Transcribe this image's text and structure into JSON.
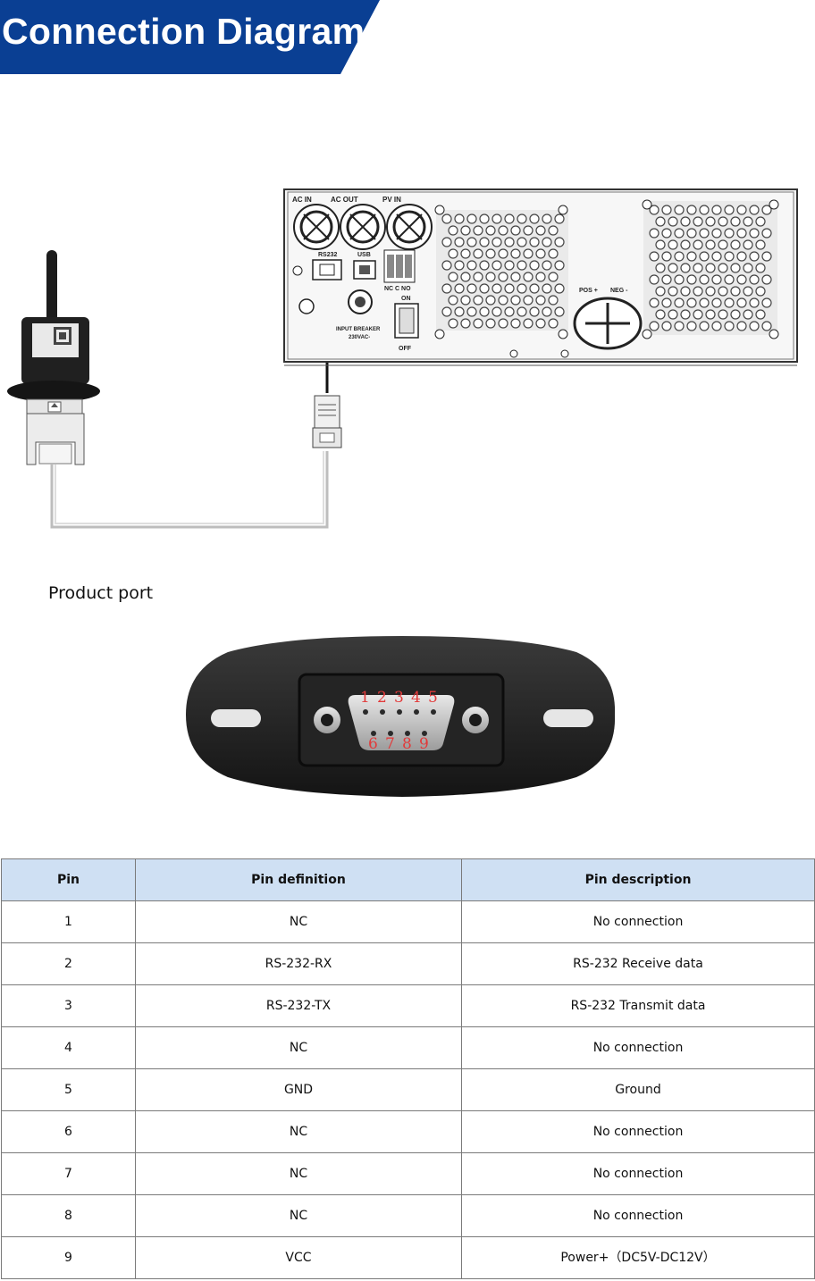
{
  "header": {
    "title": "Connection Diagram",
    "banner_color": "#0a3f93"
  },
  "diagram": {
    "device_labels": {
      "ac_in": "AC IN",
      "ac_out": "AC OUT",
      "pv_in": "PV IN",
      "rs232": "RS232",
      "usb": "USB",
      "relay": "NC C NO",
      "on": "ON",
      "off": "OFF",
      "pos": "POS +",
      "neg": "NEG -",
      "breaker": "INPUT BREAKER",
      "breaker_rating": "230VAC-"
    }
  },
  "product_port": {
    "label": "Product port",
    "pin_numbers_top": [
      "1",
      "2",
      "3",
      "4",
      "5"
    ],
    "pin_numbers_bottom": [
      "6",
      "7",
      "8",
      "9"
    ]
  },
  "pin_table": {
    "headers": [
      "Pin",
      "Pin definition",
      "Pin description"
    ],
    "rows": [
      [
        "1",
        "NC",
        "No connection"
      ],
      [
        "2",
        "RS-232-RX",
        "RS-232 Receive data"
      ],
      [
        "3",
        "RS-232-TX",
        "RS-232 Transmit data"
      ],
      [
        "4",
        "NC",
        "No connection"
      ],
      [
        "5",
        "GND",
        "Ground"
      ],
      [
        "6",
        "NC",
        "No connection"
      ],
      [
        "7",
        "NC",
        "No connection"
      ],
      [
        "8",
        "NC",
        "No connection"
      ],
      [
        "9",
        "VCC",
        "Power+（DC5V-DC12V）"
      ]
    ]
  }
}
